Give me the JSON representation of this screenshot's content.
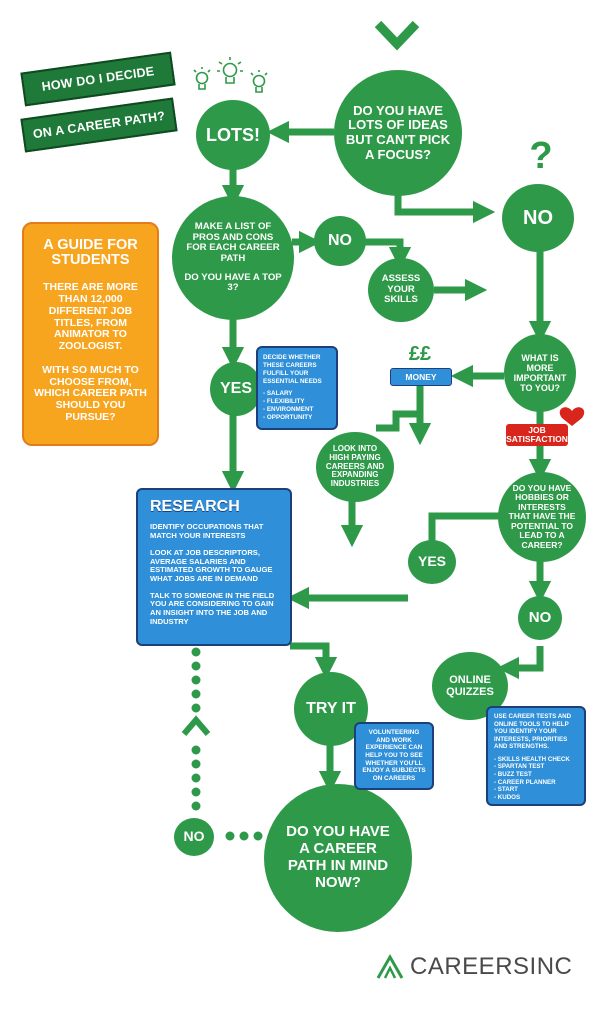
{
  "banner": {
    "line1": "HOW DO I DECIDE",
    "line2": "ON A CAREER PATH?"
  },
  "guide": {
    "title": "A GUIDE FOR STUDENTS",
    "p1": "THERE ARE MORE THAN 12,000 DIFFERENT JOB TITLES, FROM ANIMATOR TO ZOOLOGIST.",
    "p2": "WITH SO MUCH TO CHOOSE FROM, WHICH CAREER PATH SHOULD YOU PURSUE?"
  },
  "nodes": {
    "start_q": "DO YOU HAVE LOTS OF IDEAS BUT CAN'T PICK A FOCUS?",
    "lots": "LOTS!",
    "no_top": "NO",
    "question_mark": "?",
    "list_pros": "MAKE A LIST OF PROS AND CONS FOR EACH CAREER PATH",
    "top3": "DO YOU HAVE A TOP 3?",
    "no_mid": "NO",
    "assess": "ASSESS YOUR SKILLS",
    "important_q": "WHAT IS MORE IMPORTANT TO YOU?",
    "money_symbols": "££",
    "yes_left": "YES",
    "look_into": "LOOK INTO HIGH PAYING CAREERS AND EXPANDING INDUSTRIES",
    "hobbies_q": "DO YOU HAVE HOBBIES OR INTERESTS THAT HAVE THE POTENTIAL TO LEAD TO A CAREER?",
    "yes_right": "YES",
    "no_right": "NO",
    "online_quizzes": "ONLINE QUIZZES",
    "try_it": "TRY IT",
    "final_q": "DO YOU HAVE A CAREER PATH IN MIND NOW?",
    "no_final": "NO"
  },
  "tags": {
    "money": "MONEY",
    "job_satisfaction": "JOB SATISFACTION"
  },
  "needs_box": {
    "intro": "DECIDE WHETHER THESE CAREERS FULFILL YOUR ESSENTIAL NEEDS",
    "items": [
      "- SALARY",
      "- FLEXIBILITY",
      "- ENVIRONMENT",
      "- OPPORTUNITY"
    ]
  },
  "research": {
    "title": "RESEARCH",
    "p1": "IDENTIFY OCCUPATIONS THAT MATCH YOUR INTERESTS",
    "p2": "LOOK AT JOB DESCRIPTORS, AVERAGE SALARIES AND ESTIMATED GROWTH TO GAUGE WHAT JOBS ARE IN DEMAND",
    "p3": "TALK TO SOMEONE IN THE FIELD YOU ARE CONSIDERING TO GAIN AN INSIGHT INTO THE JOB AND INDUSTRY"
  },
  "volunteer_box": "VOLUNTEERING AND WORK EXPERIENCE CAN HELP YOU TO SEE WHETHER YOU'LL ENJOY A SUBJECTS ON CAREERS",
  "quiz_box": {
    "intro": "USE CAREER TESTS AND ONLINE TOOLS TO HELP YOU IDENTIFY YOUR INTERESTS, PRIORITIES AND STRENGTHS.",
    "items": [
      "- SKILLS HEALTH CHECK",
      "- SPARTAN TEST",
      "- BUZZ TEST",
      "- CAREER PLANNER",
      "- START",
      "- KUDOS"
    ]
  },
  "logo": {
    "bold": "CAREERS",
    "light": "INC"
  },
  "colors": {
    "green": "#2e9a49",
    "dark_green": "#1f7a3a",
    "blue": "#2f8fd8",
    "blue_border": "#1d3f7a",
    "orange": "#f7a41f",
    "red": "#d9261c"
  }
}
